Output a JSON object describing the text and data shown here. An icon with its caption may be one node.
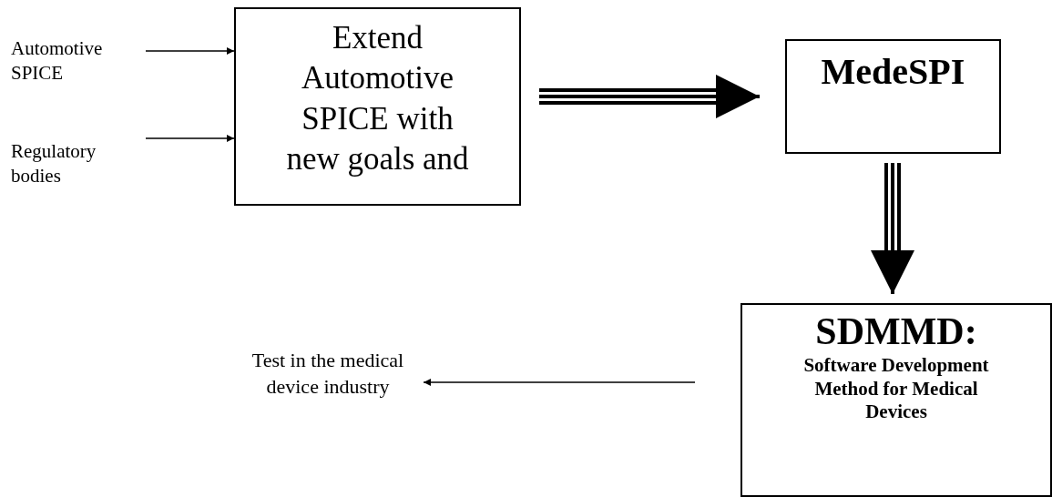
{
  "diagram": {
    "nodes": [
      {
        "text": [
          "Automotive SPICE"
        ]
      },
      {
        "text": [
          "Regulatory bodies"
        ]
      },
      {
        "text": [
          "Extend Automotive SPICE with new goals and"
        ]
      },
      {
        "text": [
          "MedeSPI"
        ]
      },
      {
        "text": [
          "SDMMD:",
          "Software Development Method for Medical Devices"
        ]
      },
      {
        "text": [
          "Test in the medical device industry"
        ]
      }
    ],
    "edges": [
      {
        "from": 0,
        "to": 2,
        "arrow": "to"
      },
      {
        "from": 1,
        "to": 2,
        "arrow": "to"
      },
      {
        "from": 2,
        "to": 3,
        "arrow": "to",
        "style": "thick"
      },
      {
        "from": 3,
        "to": 4,
        "arrow": "to",
        "style": "thick"
      },
      {
        "from": 4,
        "to": 5,
        "arrow": "to"
      }
    ]
  }
}
